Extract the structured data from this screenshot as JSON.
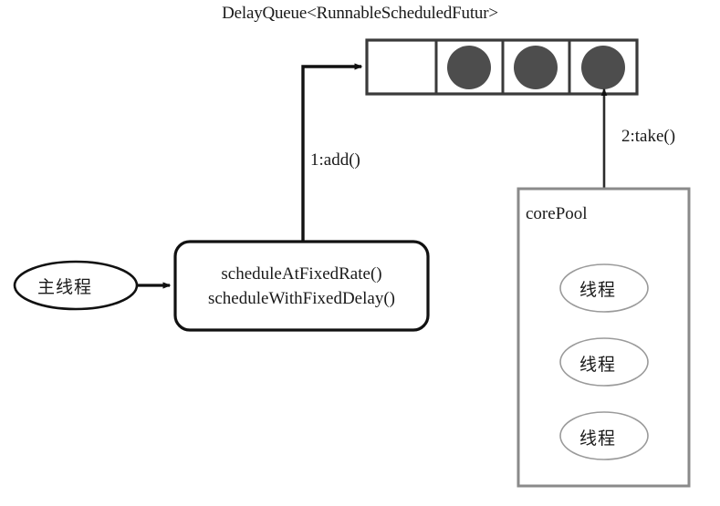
{
  "diagram": {
    "title": "DelayQueue<RunnableScheduledFutur>",
    "queue": {
      "name": "delay-queue",
      "cells": [
        {
          "filled": false
        },
        {
          "filled": true
        },
        {
          "filled": true
        },
        {
          "filled": true
        }
      ],
      "cell_fill_color": "#4d4d4d",
      "border_color": "#3a3a3a"
    },
    "edges": {
      "add": {
        "label": "1:add()"
      },
      "take": {
        "label": "2:take()"
      }
    },
    "main_thread": {
      "label": "主线程"
    },
    "scheduler_box": {
      "methods": [
        "scheduleAtFixedRate()",
        "scheduleWithFixedDelay()"
      ]
    },
    "core_pool": {
      "label": "corePool",
      "threads": [
        {
          "label": "线程"
        },
        {
          "label": "线程"
        },
        {
          "label": "线程"
        }
      ],
      "border_color": "#8a8a8a"
    }
  }
}
